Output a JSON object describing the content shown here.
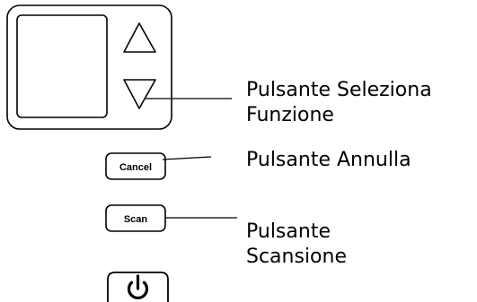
{
  "buttons": {
    "cancel_label": "Cancel",
    "scan_label": "Scan"
  },
  "callouts": {
    "select_function": {
      "line1": "Pulsante Seleziona",
      "line2": "Funzione"
    },
    "cancel": {
      "line1": "Pulsante Annulla"
    },
    "scan": {
      "line1": "Pulsante",
      "line2": "Scansione"
    }
  },
  "icons": {
    "up": "up-triangle-icon",
    "down": "down-triangle-icon",
    "power": "power-icon"
  },
  "colors": {
    "stroke": "#000000",
    "background": "#ffffff"
  }
}
